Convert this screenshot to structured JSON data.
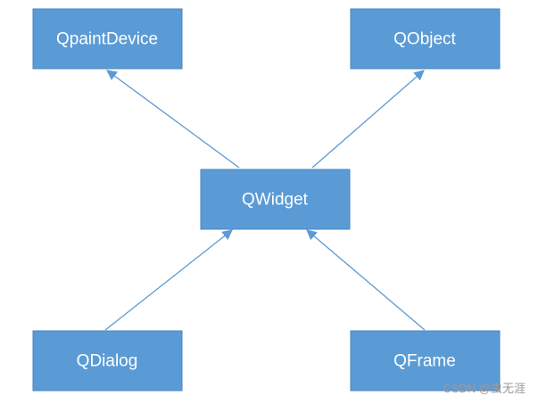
{
  "diagram": {
    "nodes": [
      {
        "id": "qpaintdevice",
        "label": "QpaintDevice"
      },
      {
        "id": "qobject",
        "label": "QObject"
      },
      {
        "id": "qwidget",
        "label": "QWidget"
      },
      {
        "id": "qdialog",
        "label": "QDialog"
      },
      {
        "id": "qframe",
        "label": "QFrame"
      }
    ],
    "edges": [
      {
        "from": "qwidget",
        "to": "qpaintdevice"
      },
      {
        "from": "qwidget",
        "to": "qobject"
      },
      {
        "from": "qdialog",
        "to": "qwidget"
      },
      {
        "from": "qframe",
        "to": "qwidget"
      }
    ],
    "colors": {
      "node_fill": "#5b9bd5",
      "node_text": "#ffffff",
      "edge": "#5b9bd5"
    }
  },
  "watermark": {
    "text": "CSDN @虫无涯"
  }
}
